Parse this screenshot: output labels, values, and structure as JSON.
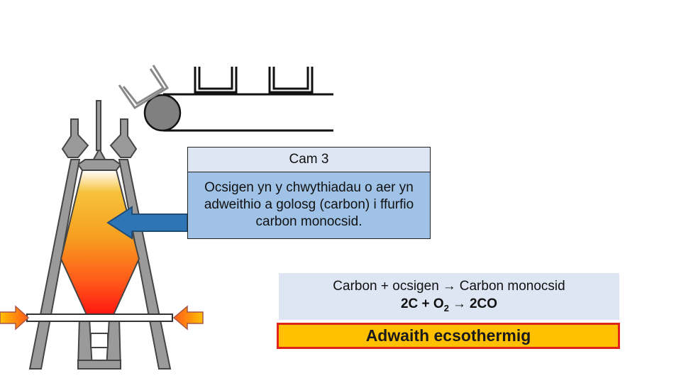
{
  "step": {
    "title": "Cam 3",
    "description": "Ocsigen yn y chwythiadau o aer yn adweithio a golosg (carbon) i ffurfio carbon monocsid."
  },
  "equation": {
    "word_left": "Carbon + ocsigen",
    "word_right": "Carbon monocsid",
    "formula_left": "2C + O",
    "formula_sub": "2",
    "formula_right": "2CO"
  },
  "reaction_type": "Adwaith ecsothermig",
  "colors": {
    "step_title_bg": "#dde6f2",
    "step_body_bg": "#9fc2e6",
    "banner_bg": "#ffc000",
    "banner_border": "#e0251b",
    "arrow_blue": "#2e75b6",
    "furnace_gray": "#9a9a9a"
  }
}
